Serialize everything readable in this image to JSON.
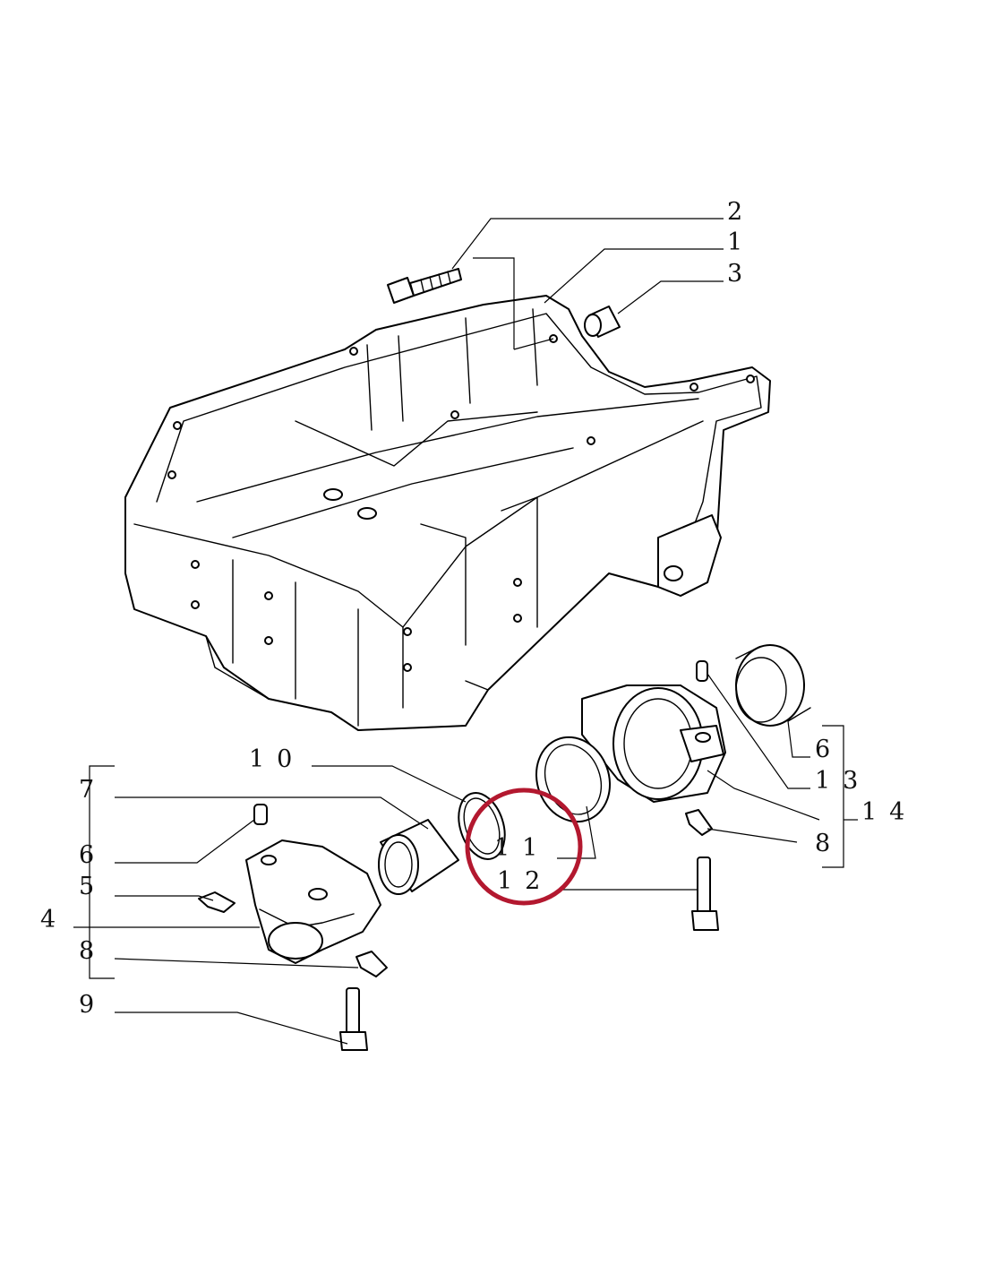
{
  "callouts": {
    "c1": "1",
    "c2": "2",
    "c3": "3",
    "c4": "4",
    "c5": "5",
    "c6_left": "6",
    "c6_right": "6",
    "c7": "7",
    "c8_left": "8",
    "c8_right": "8",
    "c9": "9",
    "c10": "10",
    "c11": "11",
    "c12": "12",
    "c13": "13",
    "c14": "14"
  },
  "colors": {
    "highlight": "#b3182f",
    "line": "#000000"
  }
}
